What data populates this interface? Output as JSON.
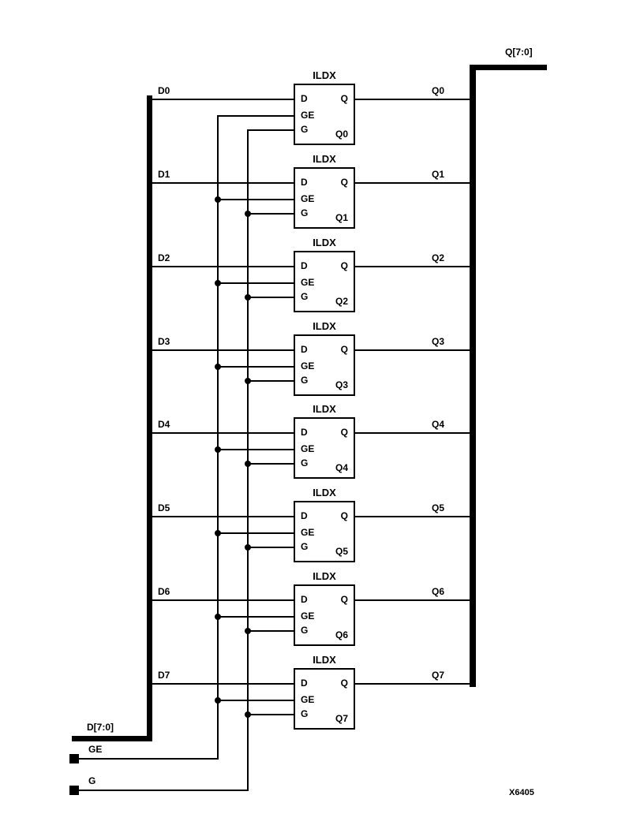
{
  "figure": {
    "figure_id": "X6405",
    "output_bus": {
      "label": "Q[7:0]"
    },
    "input_bus": {
      "label": "D[7:0]"
    },
    "control_signals": {
      "gate_enable_label": "GE",
      "gate_label": "G"
    },
    "component": {
      "type": "ILDX",
      "pins": {
        "d": "D",
        "ge": "GE",
        "g": "G",
        "q": "Q"
      }
    },
    "latches": [
      {
        "input_label": "D0",
        "output_label": "Q0",
        "instance_label": "Q0"
      },
      {
        "input_label": "D1",
        "output_label": "Q1",
        "instance_label": "Q1"
      },
      {
        "input_label": "D2",
        "output_label": "Q2",
        "instance_label": "Q2"
      },
      {
        "input_label": "D3",
        "output_label": "Q3",
        "instance_label": "Q3"
      },
      {
        "input_label": "D4",
        "output_label": "Q4",
        "instance_label": "Q4"
      },
      {
        "input_label": "D5",
        "output_label": "Q5",
        "instance_label": "Q5"
      },
      {
        "input_label": "D6",
        "output_label": "Q6",
        "instance_label": "Q6"
      },
      {
        "input_label": "D7",
        "output_label": "Q7",
        "instance_label": "Q7"
      }
    ],
    "colors": {
      "line": "#000000",
      "background": "#ffffff"
    }
  }
}
